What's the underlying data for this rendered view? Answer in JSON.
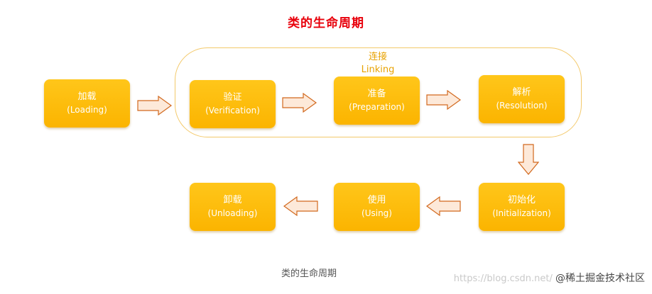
{
  "title": "类的生命周期",
  "group": {
    "name": "连接",
    "name_en": "Linking"
  },
  "stages": [
    {
      "name": "加载",
      "en": "(Loading)"
    },
    {
      "name": "验证",
      "en": "(Verification)"
    },
    {
      "name": "准备",
      "en": "(Preparation)"
    },
    {
      "name": "解析",
      "en": "(Resolution)"
    },
    {
      "name": "初始化",
      "en": "(Initialization)"
    },
    {
      "name": "使用",
      "en": "(Using)"
    },
    {
      "name": "卸载",
      "en": "(Unloading)"
    }
  ],
  "caption": "类的生命周期",
  "watermark": {
    "url": "https://blog.csdn.net/",
    "brand": "@稀土掘金技术社区"
  },
  "colors": {
    "stage_fill": "#fbb400",
    "arrow_fill": "#fde9d9",
    "arrow_stroke": "#d2691e",
    "group_border": "#f3c96a",
    "title": "#e8000b"
  }
}
